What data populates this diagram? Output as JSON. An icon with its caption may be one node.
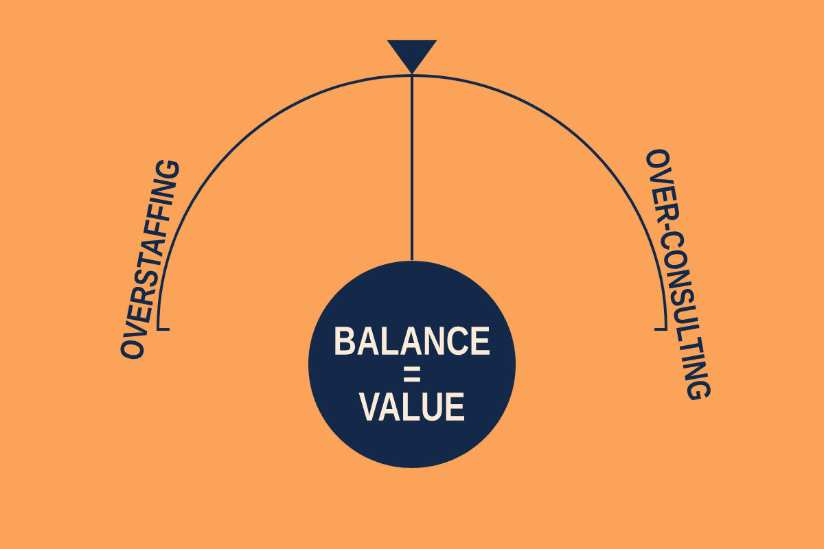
{
  "diagram": {
    "nodes": [
      {
        "text": [],
        "shape": "triangle"
      },
      {
        "text": [
          "BALANCE = VALUE"
        ]
      }
    ],
    "edges": [
      {
        "from": 0,
        "to": 1,
        "arrow": "none"
      }
    ],
    "labels": [
      "OVERSTAFFING",
      "OVER-CONSULTING"
    ]
  }
}
